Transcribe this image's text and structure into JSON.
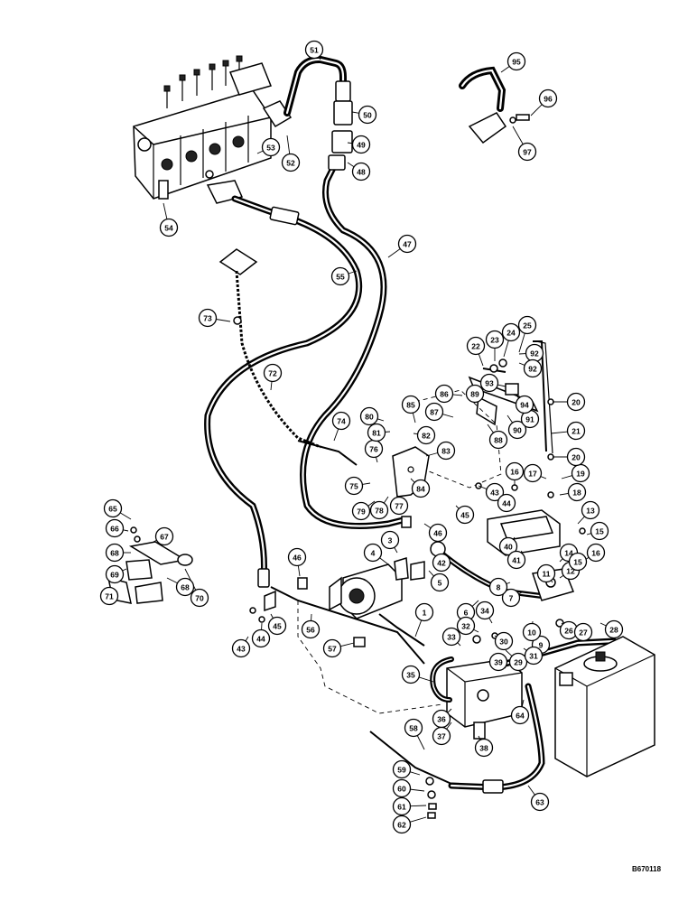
{
  "drawing_ref": "B670118",
  "callouts": [
    "1",
    "3",
    "4",
    "5",
    "6",
    "7",
    "8",
    "9",
    "10",
    "11",
    "12",
    "13",
    "14",
    "15",
    "15",
    "16",
    "16",
    "17",
    "18",
    "19",
    "20",
    "20",
    "21",
    "22",
    "23",
    "24",
    "25",
    "26",
    "27",
    "28",
    "29",
    "30",
    "31",
    "32",
    "33",
    "34",
    "35",
    "36",
    "37",
    "38",
    "39",
    "40",
    "41",
    "42",
    "43",
    "43",
    "44",
    "44",
    "45",
    "45",
    "46",
    "46",
    "47",
    "48",
    "49",
    "50",
    "51",
    "52",
    "53",
    "54",
    "55",
    "56",
    "57",
    "58",
    "59",
    "60",
    "61",
    "62",
    "63",
    "64",
    "65",
    "66",
    "67",
    "68",
    "68",
    "69",
    "70",
    "71",
    "72",
    "73",
    "74",
    "75",
    "76",
    "77",
    "78",
    "79",
    "80",
    "81",
    "82",
    "83",
    "84",
    "85",
    "86",
    "87",
    "88",
    "89",
    "90",
    "91",
    "92",
    "92",
    "93",
    "94",
    "95",
    "96",
    "97"
  ]
}
